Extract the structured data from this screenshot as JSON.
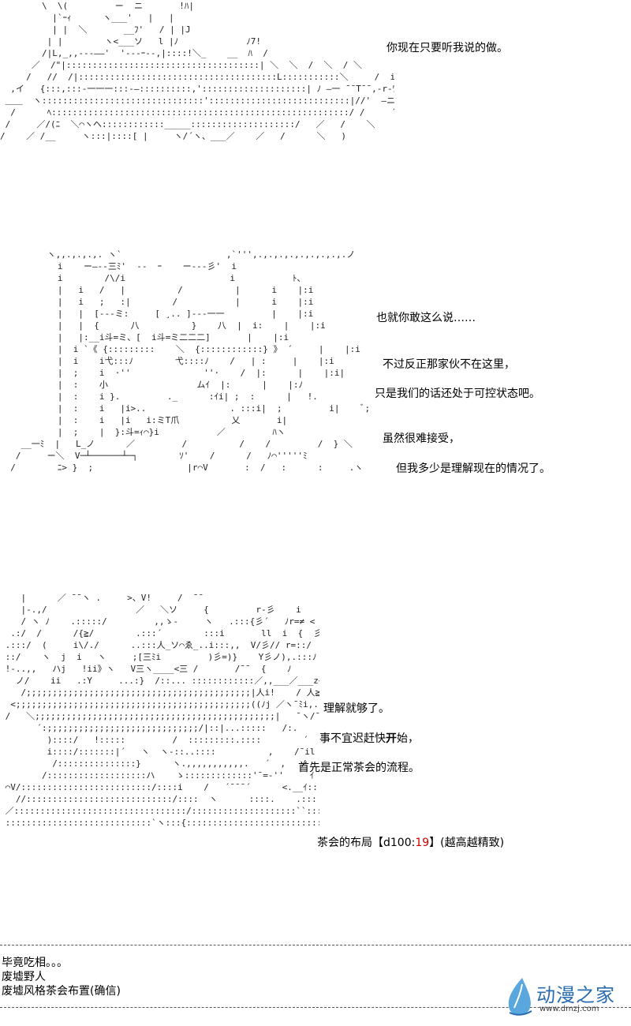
{
  "panels": [
    {
      "art": "        \\  \\(         ー  ニ       !ﾊ|\n          |`ｰｨ      ヽ___'   |   |\n          | |  ＼       __ﾌ'   / | |J\n         | |        ヽ<___ソ   l |ﾉ             ﾉ7!\n        /|L,_,,--‐――'  '‐--ｰ--,|::::!＼_    __  ﾊ  /\n      ／  /\"|:::::::::::::::::::::::::::::::::::::| ＼  ＼  /  ＼  / ＼\n     /   //  /|::::::::::::::::::::::::::::::::::::::L:::::::::::＼     /  i   ＼\n  ,イ   {:::,:::‐一一一:::‐―::::::::::,'::::::::::::::::::::| ﾉ ―一 ¯¯T¯¯,-r-ﾜ\n ＿＿  ヽ:::::::::::::::::::::::::::::::':::::::::::::::::::::::::::|//'  ―ニ一 ニニﾜ\n  /      ﾍ:::::::::::::::::::::::::::::::::::::::::::::::::::::::::/ /     ´ __L  ―一'\n /     ／/(ﾆ  ＼⌒ヽへ::::::::::::_____::::::::::::::::::::/   ／   /    ＼\n/    ／ /__     ヽ:::|::::[ |     ヽ/´ヽ、___／    ／   /      ＼   )",
      "lines": [
        {
          "text": "你现在只要听我说的做。"
        }
      ]
    },
    {
      "art": "         ヽ,,.,.,.,. ヽ`                    ,`''',.,.,.,.,.,.,.,.,.ノ\n           i    ー―--三ﾐ'  -‐  ｰ    ー---彡'  i\n           i        /\\/i                    i           ﾄ、\n           |   i   /   |          /          |      i    |:i\n           |   i   ;   :|        /           |      i    |:i\n           |   |  [---ミ:     [ ¸.. ]---一一         |    |:i\n           |   |  {      八          }    八  |  i:    |    |:i\n           |   |:__i斗=ミ、[  i斗=ミ二二二]       |    |:i\n           |  i `《 {:::::::::    ＼  {::::::::::::} 》 ´     |    |:i\n           |  i    i弋:::ﾉ        弋::::ﾉ    /   | :     |    |:i\n           |  ;    i  ·''              ''·    /  |:      |    |:i|\n           |  :    小                 ムｲ  |:      |    |:ﾉ\n           |  :    i }.         ._      :ｲi| ;  :      |   !.\n           |  :    i   |i>..                . :::i|  ;         i|    ﾞ;\n           |  :    i   |i   i:ミT爪          乂       i|\n           |  ;    |  }:斗=ｨ⌒}i           ／         ﾊヽ\n    __一ﾐ  |   L_ノ      ／         /          /    /         /  } ＼\n   /     ー＼  V─┴──────┴─┐        ｿ'    /      /   ﾉ⌒'''''ﾐ\n  /        ﾆ> }  ;                  |r⌒V       :  /   :      :     .ヽ",
      "lines": [
        {
          "text": "也就你敢这么说……"
        },
        {
          "text": "不过反正那家伙不在这里，"
        },
        {
          "text": "只是我们的话还处于可控状态吧。"
        },
        {
          "text": "虽然很难接受，"
        },
        {
          "text": "但我多少是理解现在的情况了。"
        }
      ]
    },
    {
      "art": "    |      ／ ¯¯ヽ .     >、V!     /  ¯¯\n    |-.,/                 ／   ＼ソ     {         r‐彡    i    ／ /\n    / ヽ ﾉ    .:::::/         ,,ゝ-     ヽ   .:::{彡´   ﾉr=≠ <\n  .:/  /      /{≧/        .:::´        :::i       ll  i  {  彡!  .:::ﾉ\n .:::/  (     i\\/./      ..:::人_ソ⌒ゑ_..i:::,,  V/彡// r=::/\n ::/    ヽ  j  i   ヽ     ;[三ﾐi         )彡=)}    Y彡ノ),.:::ﾉ\n !-..,,   ハj   !ii》ヽ   V三ヽ____<三 /       /¯¯  {    ﾉ\n   ノ/    ii   .:Y     ...:}  /::... ::::::::::::／,,___／___z<  rｲ<\n    /;;;;;;;;;;;;;;;;;;;;;;;;;;;;;;;;;;;;;;;;;;;|人i!    / 人≧,:]  ノ::....,,,:::zz彡ﾐﾂ  {ﾍ\n  <;;;;;;;;;;;;;;;;;;;;;;;;;;;;;;;;;;;;;;;;;;;;;((ﾉj ／ヽ¯ﾐi,.,ii <.-zz≠三ニ   Yｲ/ /}\n /   ＼;;;;;;;;;;;;;;;;;;;;;;;;;;;;;;;;;;;;;;;;;;;;;;|   ¯ヽ/¯¯ii.:ミ `ヒ´¯  / ソ  人\n       ´:;;;;;;;;;;;;;;;;;;;;;;;;;;;;;/|::|...:::::   /:.      :::::::::     .::/ノ  .ｲ  /\n         )::::/   !:::::         /  :::::::::.::::        ´  ノ,ﾉ)<    il  il\n         i::::/:::::::|´   ヽ  ヽ-::..::::          ,    /¯il   il ,!\n          /:::::::::::::::}      ヽ.,,,,,,,,,,,.   ´  ,   /    /il    / /:::\n        /:::::::::::::::::::ハ    ゝ:::::::::::::'¯=-''     ｲ  ／:::|iV  /::::::\n ⌒V/:::::::::::::::::::::::::/::::i    /   ´¯¯¯´      <.__ｲ::::::::::!|   /::::::::\n   //::::::::::::::::::::::::::::/::::  ヽ      ::::.    .::: :ｲ::::::::::::::::::::::::::::::L:::::::::::/\n ／:::::::::::::::::::::::::::::::::/::::::::::::::::::::``:::..__  ｲ:::::::::::::::::::::::::::::::::::::::::::::::::::::::::::il:::::::ノ::\n ::::::::::::::::::::::::::::`ヽ:::{::::::::::::::::::::::::::::::::::::::::::::::::::::::::::::::::::::::::::::::::::::::::/    /::::::",
      "lines": [
        {
          "text": "理解就够了。"
        },
        {
          "pre": "事不宜迟赶快",
          "bold": "开",
          "post": "始，"
        },
        {
          "text": "首先是正常茶会的流程。"
        },
        {
          "pre": "茶会的布局【d100:",
          "hl": "19",
          "post": "】(越高越精致)"
        }
      ]
    }
  ],
  "footer": {
    "lines": [
      "毕竟吃相。。。",
      "废墟野人",
      "废墟风格茶会布置(确信)"
    ]
  },
  "watermark": {
    "name": "动漫之家",
    "url": "www.dmzj.com",
    "accent": "#2a6cb0",
    "icon": "leaf-droplet-icon"
  }
}
